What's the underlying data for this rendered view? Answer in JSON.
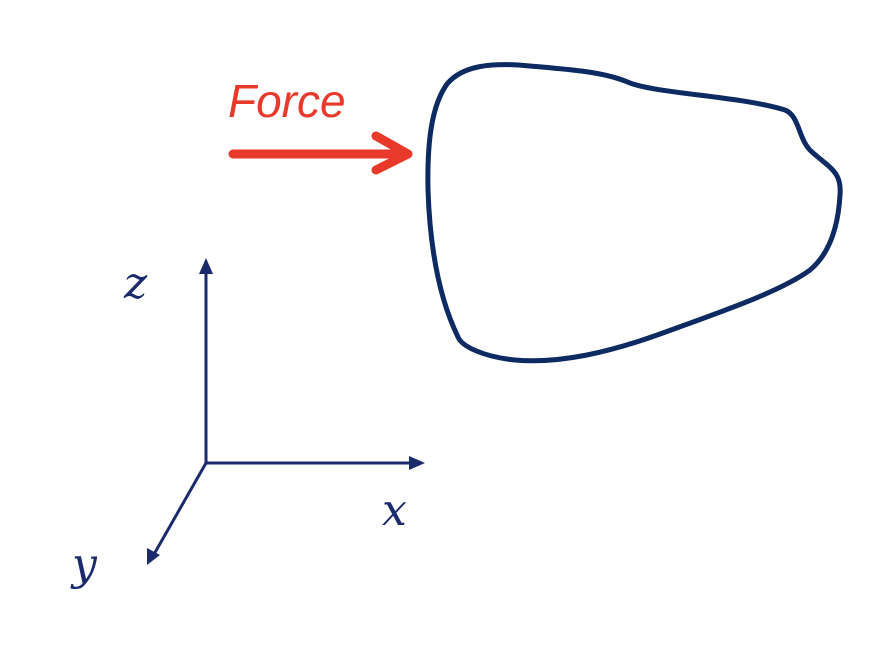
{
  "force": {
    "label": "Force",
    "color": "#e8392a"
  },
  "axes": {
    "color": "#1a2a6c",
    "x_label": "x",
    "y_label": "y",
    "z_label": "z"
  },
  "body_outline": {
    "color": "#0d2a63"
  }
}
